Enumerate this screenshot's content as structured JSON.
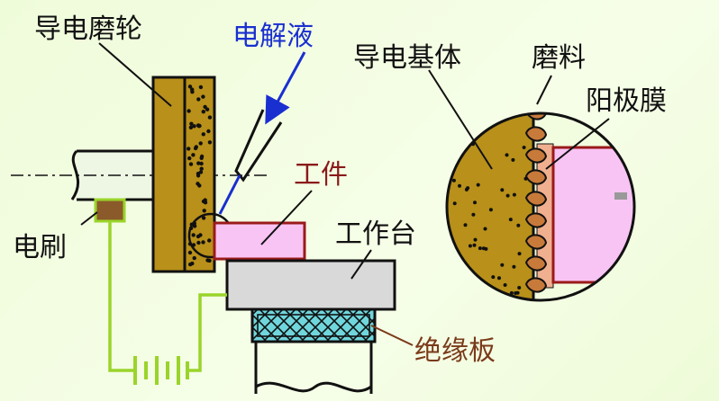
{
  "labels": {
    "grinding_wheel": "导电磨轮",
    "electrolyte": "电解液",
    "workpiece": "工件",
    "brush": "电刷",
    "worktable": "工作台",
    "insulating_board": "绝缘板",
    "conductive_base": "导电基体",
    "abrasive": "磨料",
    "anode_film": "阳极膜"
  },
  "colors": {
    "wheel": "#b8901a",
    "workpiece": "#f8c4f4",
    "worktable": "#d9d9d9",
    "insulation": "#6fd6dc",
    "circuit": "#9ad42a",
    "abrasive": "#c87a3a",
    "outline_red": "#9a1a1a",
    "arrow_blue": "#1a2fd0"
  }
}
